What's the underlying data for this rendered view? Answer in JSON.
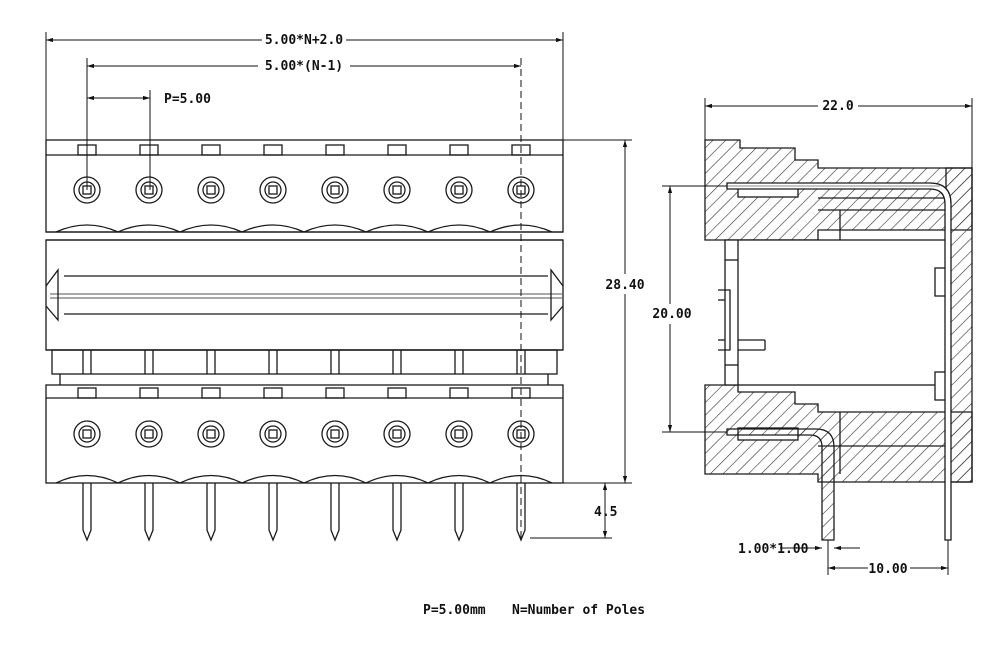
{
  "dimensions": {
    "overall_width": "5.00*N+2.0",
    "pitch_span": "5.00*(N-1)",
    "pitch": "P=5.00",
    "overall_height": "28.40",
    "pin_length": "4.5",
    "side_depth": "22.0",
    "pin_row_spacing": "20.00",
    "pin_size": "1.00*1.00",
    "pin_offset": "10.00"
  },
  "footnote": {
    "pitch_note": "P=5.00mm",
    "poles_note": "N=Number of Poles"
  },
  "drawing": {
    "pole_count": 8,
    "colors": {
      "line": "#1a1a1a",
      "hatch": "#333333",
      "background": "#ffffff"
    }
  }
}
